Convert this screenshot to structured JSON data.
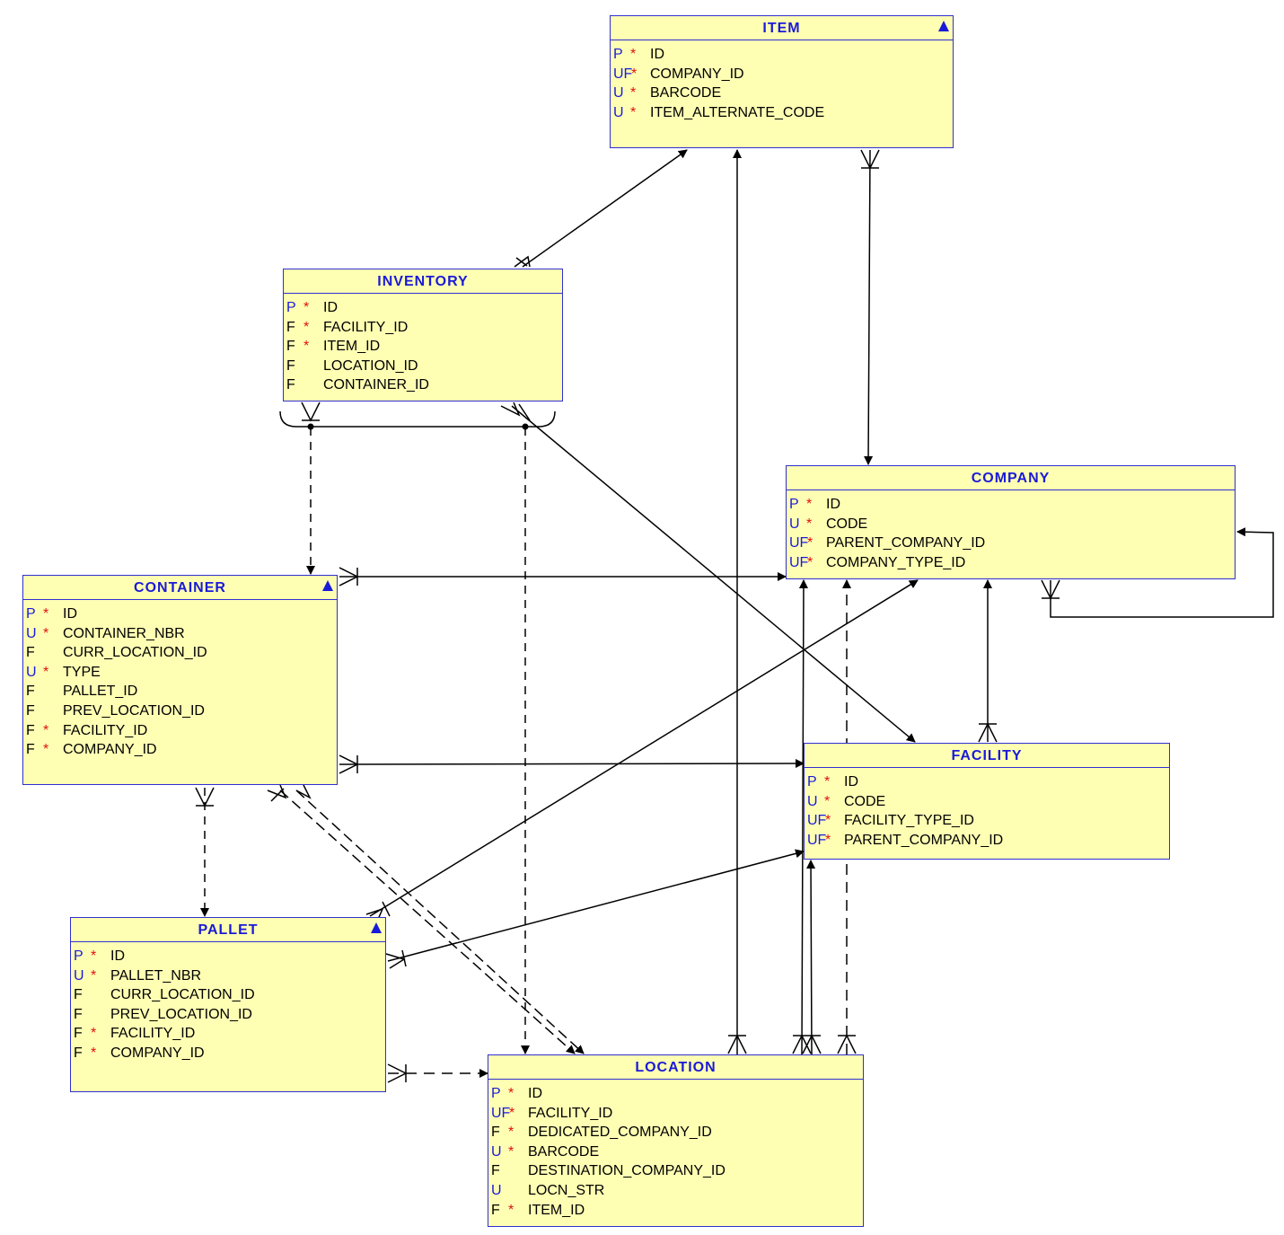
{
  "entities": {
    "item": {
      "name": "ITEM",
      "columns": [
        {
          "key": "P",
          "req": "*",
          "name": "ID"
        },
        {
          "key": "UF",
          "req": "*",
          "name": "COMPANY_ID"
        },
        {
          "key": "U",
          "req": "*",
          "name": "BARCODE"
        },
        {
          "key": "U",
          "req": "*",
          "name": "ITEM_ALTERNATE_CODE"
        }
      ]
    },
    "inventory": {
      "name": "INVENTORY",
      "columns": [
        {
          "key": "P",
          "req": "*",
          "name": "ID"
        },
        {
          "key": "F",
          "req": "*",
          "name": "FACILITY_ID"
        },
        {
          "key": "F",
          "req": "*",
          "name": "ITEM_ID"
        },
        {
          "key": "F",
          "req": "",
          "name": "LOCATION_ID"
        },
        {
          "key": "F",
          "req": "",
          "name": "CONTAINER_ID"
        }
      ]
    },
    "company": {
      "name": "COMPANY",
      "columns": [
        {
          "key": "P",
          "req": "*",
          "name": "ID"
        },
        {
          "key": "U",
          "req": "*",
          "name": "CODE"
        },
        {
          "key": "UF",
          "req": "*",
          "name": "PARENT_COMPANY_ID"
        },
        {
          "key": "UF",
          "req": "*",
          "name": "COMPANY_TYPE_ID"
        }
      ]
    },
    "container": {
      "name": "CONTAINER",
      "columns": [
        {
          "key": "P",
          "req": "*",
          "name": "ID"
        },
        {
          "key": "U",
          "req": "*",
          "name": "CONTAINER_NBR"
        },
        {
          "key": "F",
          "req": "",
          "name": "CURR_LOCATION_ID"
        },
        {
          "key": "U",
          "req": "*",
          "name": "TYPE"
        },
        {
          "key": "F",
          "req": "",
          "name": "PALLET_ID"
        },
        {
          "key": "F",
          "req": "",
          "name": "PREV_LOCATION_ID"
        },
        {
          "key": "F",
          "req": "*",
          "name": "FACILITY_ID"
        },
        {
          "key": "F",
          "req": "*",
          "name": "COMPANY_ID"
        }
      ]
    },
    "facility": {
      "name": "FACILITY",
      "columns": [
        {
          "key": "P",
          "req": "*",
          "name": "ID"
        },
        {
          "key": "U",
          "req": "*",
          "name": "CODE"
        },
        {
          "key": "UF",
          "req": "*",
          "name": "FACILITY_TYPE_ID"
        },
        {
          "key": "UF",
          "req": "*",
          "name": "PARENT_COMPANY_ID"
        }
      ]
    },
    "pallet": {
      "name": "PALLET",
      "columns": [
        {
          "key": "P",
          "req": "*",
          "name": "ID"
        },
        {
          "key": "U",
          "req": "*",
          "name": "PALLET_NBR"
        },
        {
          "key": "F",
          "req": "",
          "name": "CURR_LOCATION_ID"
        },
        {
          "key": "F",
          "req": "",
          "name": "PREV_LOCATION_ID"
        },
        {
          "key": "F",
          "req": "*",
          "name": "FACILITY_ID"
        },
        {
          "key": "F",
          "req": "*",
          "name": "COMPANY_ID"
        }
      ]
    },
    "location": {
      "name": "LOCATION",
      "columns": [
        {
          "key": "P",
          "req": "*",
          "name": "ID"
        },
        {
          "key": "UF",
          "req": "*",
          "name": "FACILITY_ID"
        },
        {
          "key": "F",
          "req": "*",
          "name": "DEDICATED_COMPANY_ID"
        },
        {
          "key": "U",
          "req": "*",
          "name": "BARCODE"
        },
        {
          "key": "F",
          "req": "",
          "name": "DESTINATION_COMPANY_ID"
        },
        {
          "key": "U",
          "req": "",
          "name": "LOCN_STR"
        },
        {
          "key": "F",
          "req": "*",
          "name": "ITEM_ID"
        }
      ]
    }
  },
  "colors": {
    "border": "#2f2fd0",
    "fill": "#ffffb4",
    "title": "#1a1ad8",
    "required": "#e01010"
  }
}
